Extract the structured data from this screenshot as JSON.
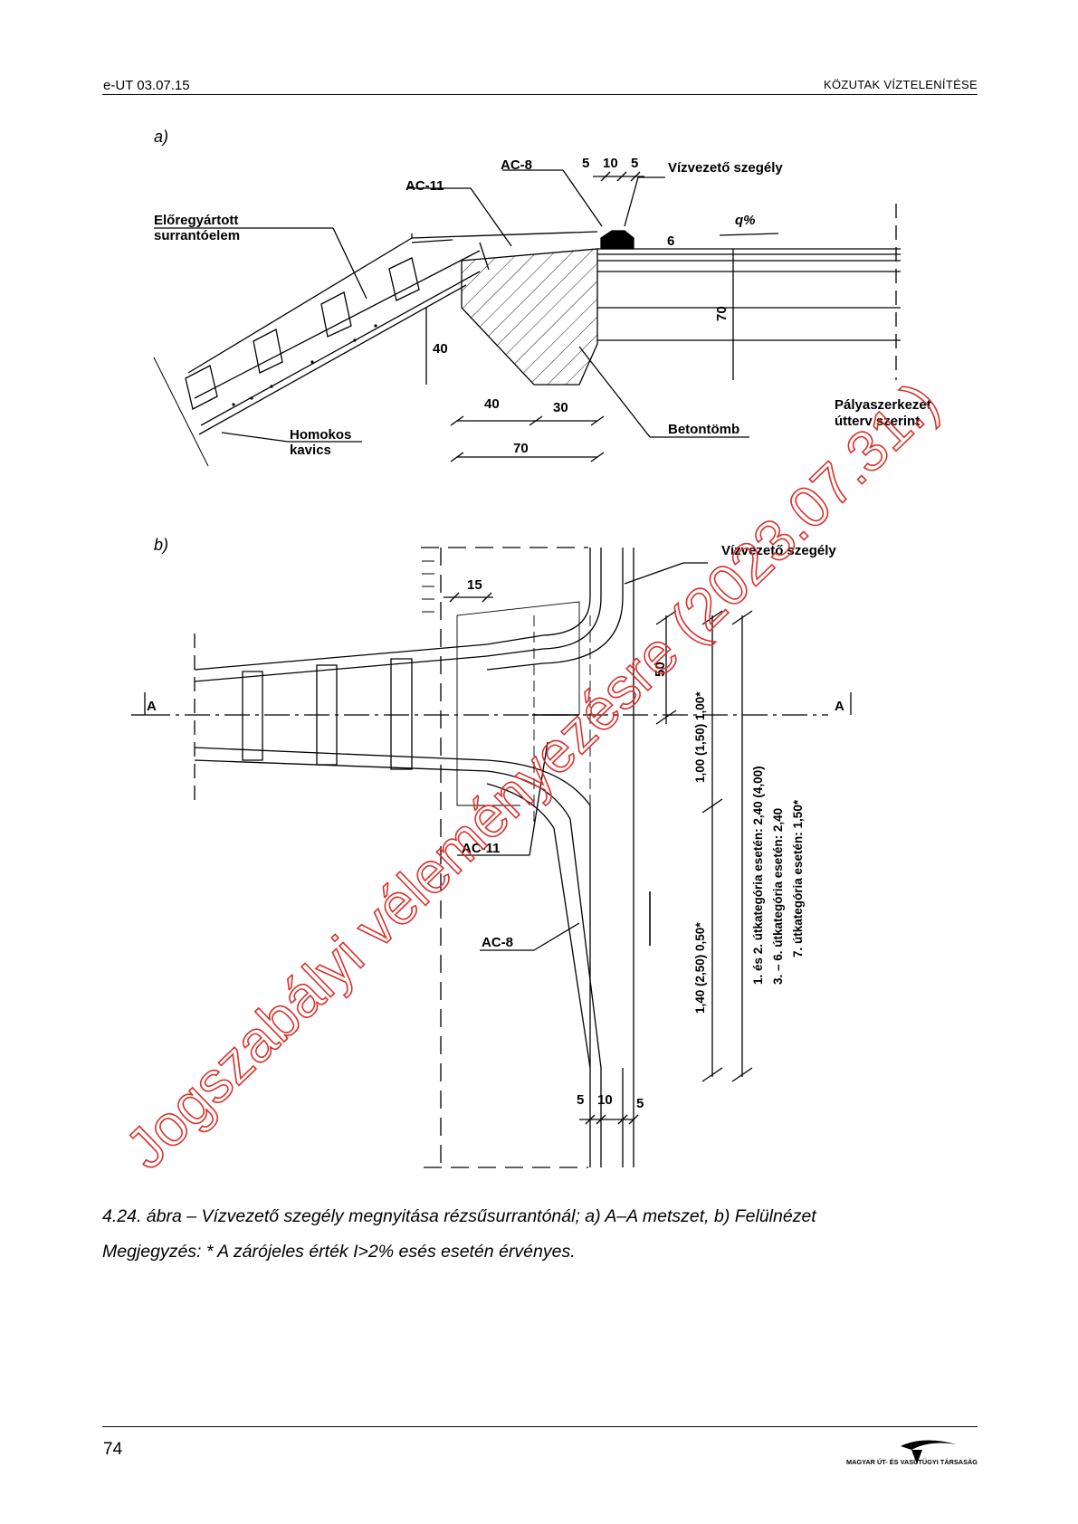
{
  "header": {
    "doc_code": "e-UT 03.07.15",
    "chapter_title": "KÖZUTAK VÍZTELENÍTÉSE"
  },
  "figure": {
    "part_a": {
      "label": "a)",
      "labels": {
        "ac8": "AC-8",
        "ac11": "AC-11",
        "prefab_line1": "Előregyártott",
        "prefab_line2": "surrantóelem",
        "curb": "Vízvezető szegély",
        "slope": "q%",
        "gravel_line1": "Homokos",
        "gravel_line2": "kavics",
        "concrete_block": "Betontömb",
        "pavement_line1": "Pályaszerkezet",
        "pavement_line2": "útterv szerint"
      },
      "dimensions": {
        "top_5a": "5",
        "top_10": "10",
        "top_5b": "5",
        "d6": "6",
        "d70_vertical": "70",
        "d40_vertical": "40",
        "d40": "40",
        "d30": "30",
        "d70": "70"
      }
    },
    "part_b": {
      "label": "b)",
      "labels": {
        "curb": "Vízvezető szegély",
        "section_left": "A",
        "section_right": "A",
        "ac11": "AC-11",
        "ac8": "AC-8"
      },
      "dimensions": {
        "d15": "15",
        "d50": "50",
        "upper_len": "1,00 (1,50) 1,00*",
        "lower_len": "1,40 (2,50) 0,50*",
        "cat1": "1. és 2. útkategória esetén: 2,40 (4,00)",
        "cat2": "3. – 6. útkategória esetén: 2,40",
        "cat3": "7. útkategória esetén: 1,50*",
        "bottom_5a": "5",
        "bottom_10": "10",
        "bottom_5b": "5"
      }
    },
    "watermark": "Jogszabályi véleményezésre (2023.07.31.)"
  },
  "caption": {
    "line1": "4.24. ábra – Vízvezető szegély megnyitása rézsűsurrantónál; a) A–A metszet, b) Felülnézet",
    "line2": "Megjegyzés: * A zárójeles érték I>2% esés esetén érvényes."
  },
  "footer": {
    "page_number": "74",
    "publisher_logo_text": "MAGYAR ÚT- ÉS VASÚTÜGYI TÁRSASÁG"
  },
  "colors": {
    "watermark": "#d9302c",
    "ink": "#000000"
  }
}
